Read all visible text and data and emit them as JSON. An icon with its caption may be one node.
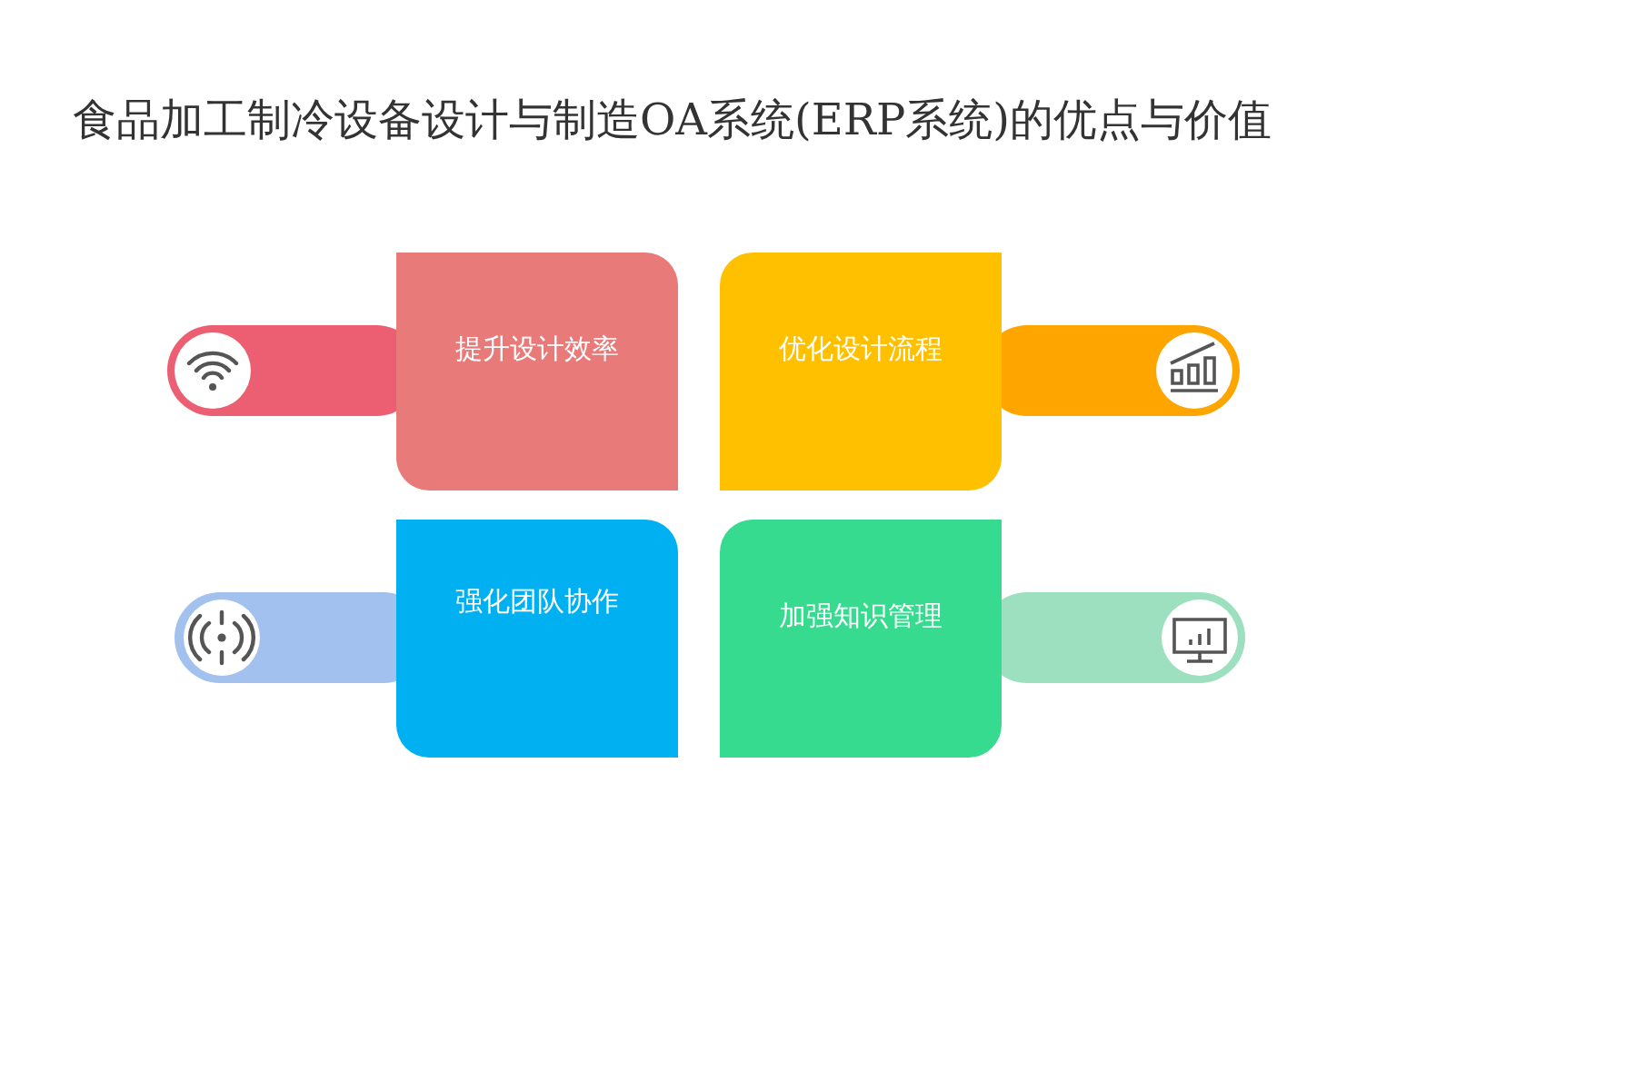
{
  "diagram": {
    "title": "食品加工制冷设备设计与制造OA系统(ERP系统)的优点与价值",
    "nodes": [
      {
        "text": [
          "提升设计效率"
        ]
      },
      {
        "text": [
          "优化设计流程"
        ]
      },
      {
        "text": [
          "强化团队协作"
        ]
      },
      {
        "text": [
          "加强知识管理"
        ]
      }
    ]
  }
}
